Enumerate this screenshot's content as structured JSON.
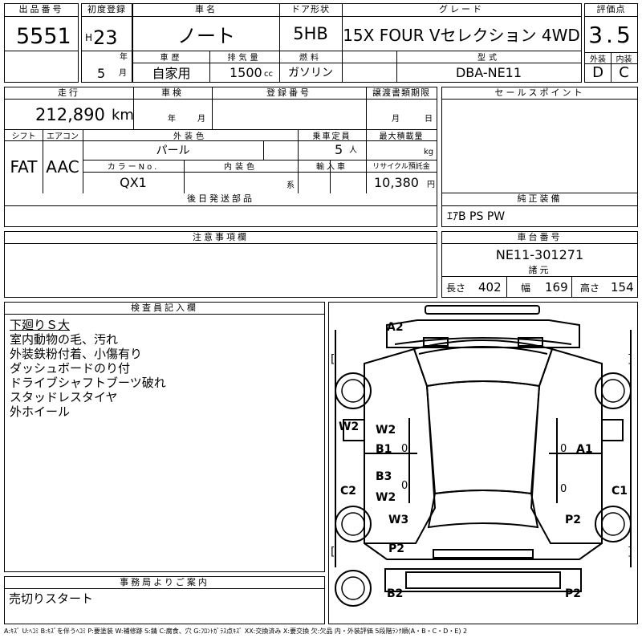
{
  "lot": {
    "label": "出品番号",
    "value": "5551"
  },
  "first_reg": {
    "label": "初度登録",
    "era": "H",
    "year": "23",
    "year_unit": "年",
    "month": "5",
    "month_unit": "月"
  },
  "car_name": {
    "label": "車名",
    "value": "ノート"
  },
  "door": {
    "label": "ドア形状",
    "value": "5HB"
  },
  "grade": {
    "label": "グレード",
    "value": "15X FOUR Vセレクション 4WD"
  },
  "score": {
    "label": "評価点",
    "value": "3.5",
    "exterior_label": "外装",
    "interior_label": "内装",
    "exterior": "D",
    "interior": "C"
  },
  "history": {
    "label": "車歴",
    "value": "自家用"
  },
  "displacement": {
    "label": "排気量",
    "value": "1500",
    "unit": "cc"
  },
  "fuel": {
    "label": "燃料",
    "value": "ガソリン"
  },
  "model_code": {
    "label": "型式",
    "value": "DBA-NE11"
  },
  "mileage": {
    "label": "走行",
    "value": "212,890",
    "unit": "km"
  },
  "inspection": {
    "label": "車検",
    "year_unit": "年",
    "month_unit": "月"
  },
  "reg_no": {
    "label": "登録番号"
  },
  "transfer": {
    "label": "譲渡書類期限",
    "month_unit": "月",
    "day_unit": "日"
  },
  "sales_point": {
    "label": "セールスポイント"
  },
  "shift": {
    "label": "シフト",
    "value": "FAT"
  },
  "aircon": {
    "label": "エアコン",
    "value": "AAC"
  },
  "ext_color": {
    "label": "外装色",
    "value": "パール"
  },
  "capacity": {
    "label": "乗車定員",
    "value": "5",
    "unit": "人"
  },
  "max_load": {
    "label": "最大積載量",
    "unit": "kg"
  },
  "color_no": {
    "label": "カラーNo.",
    "value": "QX1"
  },
  "int_color": {
    "label": "内装色",
    "unit": "系"
  },
  "import": {
    "label": "輸入車"
  },
  "recycle": {
    "label": "リサイクル預託金",
    "value": "10,380",
    "unit": "円"
  },
  "later_parts": {
    "label": "後日発送部品"
  },
  "equipment": {
    "label": "純正装備",
    "value": "ｴｱB PS PW"
  },
  "caution": {
    "label": "注意事項欄"
  },
  "chassis": {
    "label": "車台番号",
    "value": "NE11-301271"
  },
  "specs": {
    "label": "諸元",
    "length_label": "長さ",
    "length": "402",
    "width_label": "幅",
    "width": "169",
    "height_label": "高さ",
    "height": "154"
  },
  "inspector": {
    "label": "検査員記入欄",
    "notes": [
      "下廻りＳ大",
      "室内動物の毛、汚れ",
      "外装鉄粉付着、小傷有り",
      "ダッシュボードのり付",
      "ドライブシャフトブーツ破れ",
      "スタッドレスタイヤ",
      "外ホイール"
    ]
  },
  "office": {
    "label": "事務局よりご案内",
    "value": "売切りスタート"
  },
  "damage_marks": {
    "a2": "A2",
    "w2_left": "W2",
    "w2_a": "W2",
    "b1": "B1",
    "zero_b1": "0",
    "a1": "A1",
    "zero_a1": "0",
    "b3": "B3",
    "w2_b": "W2",
    "zero_b3": "0",
    "c2": "C2",
    "c1": "C1",
    "zero_c1": "0",
    "w3": "W3",
    "p2_right": "P2",
    "p2_left": "P2",
    "b2": "B2",
    "p2_rear": "P2",
    "bracket_l1": "[",
    "bracket_r1": "]",
    "bracket_l2": "[",
    "bracket_r2": "]"
  },
  "legend": "A:ｷｽﾞ U:ﾍｺﾐ B:ｷｽﾞを伴うﾍｺﾐ P:要塗装 W:補修跡 S:錆 C:腐食、穴 G:ﾌﾛﾝﾄｶﾞﾗｽ点ｷｽﾞ XX:交換済み X:要交換 欠:欠品 内・外装評価 5段階ﾗﾝｸ順(A・B・C・D・E) 2"
}
